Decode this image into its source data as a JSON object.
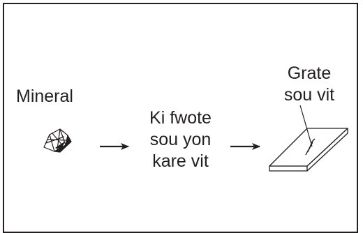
{
  "diagram": {
    "mineral": "Mineral",
    "process_lines": [
      "Ki fwote",
      "sou yon",
      "kare vit"
    ],
    "result_lines": [
      "Grate",
      "sou vit"
    ]
  },
  "colors": {
    "ink": "#231f20",
    "background": "#ffffff"
  },
  "icons": [
    "mineral-crystal-icon",
    "arrow-right-icon",
    "glass-plate-icon"
  ]
}
